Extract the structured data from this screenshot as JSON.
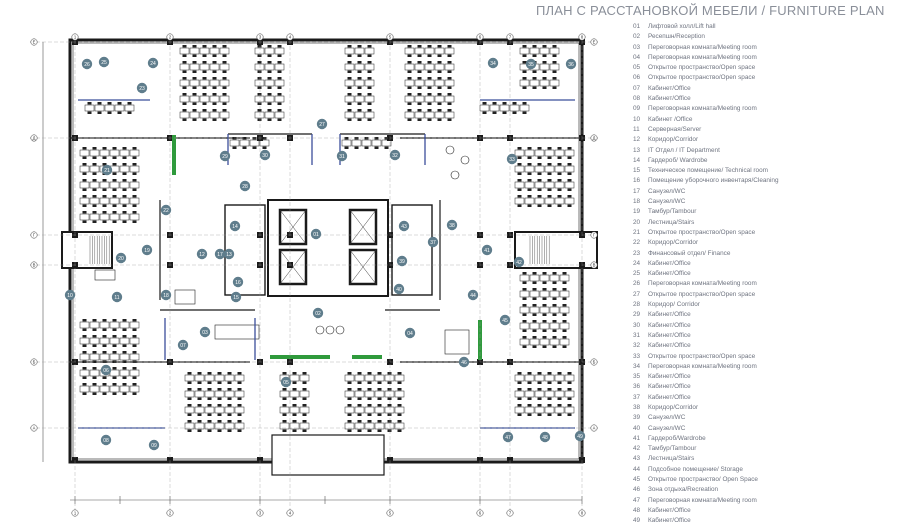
{
  "title": "ПЛАН С РАССТАНОВКОЙ МЕБЕЛИ / FURNITURE PLAN",
  "colors": {
    "wall": "#1a1a1a",
    "badge": "#5f7d8c",
    "glass": "#3b4f9a",
    "green": "#2f9a3c",
    "text": "#6f7480"
  },
  "grid_axes": {
    "columns": [
      "1",
      "2",
      "3",
      "4",
      "5",
      "6",
      "7",
      "8"
    ],
    "rows": [
      "Е",
      "Д",
      "Г",
      "В",
      "Б",
      "А"
    ]
  },
  "room_badges": [
    "01",
    "02",
    "03",
    "04",
    "05",
    "06",
    "07",
    "08",
    "09",
    "10",
    "11",
    "12",
    "13",
    "14",
    "15",
    "16",
    "17",
    "18",
    "19",
    "20",
    "21",
    "22",
    "23",
    "24",
    "25",
    "26",
    "27",
    "28",
    "29",
    "30",
    "31",
    "32",
    "33",
    "34",
    "35",
    "36",
    "37",
    "38",
    "39",
    "40",
    "41",
    "42",
    "43",
    "44",
    "45",
    "46",
    "47",
    "48",
    "49"
  ],
  "legend": [
    {
      "num": "01",
      "label": "Лифтовой холл/Lift hall"
    },
    {
      "num": "02",
      "label": "Ресепшн/Reception"
    },
    {
      "num": "03",
      "label": "Переговорная комната/Meeting room"
    },
    {
      "num": "04",
      "label": "Переговорная комната/Meeting room"
    },
    {
      "num": "05",
      "label": "Открытое пространство/Open space"
    },
    {
      "num": "06",
      "label": "Открытое пространство/Open space"
    },
    {
      "num": "07",
      "label": "Кабинет/Office"
    },
    {
      "num": "08",
      "label": "Кабинет/Office"
    },
    {
      "num": "09",
      "label": "Переговорная комната/Meeting room"
    },
    {
      "num": "10",
      "label": "Кабинет /Office"
    },
    {
      "num": "11",
      "label": "Серверная/Server"
    },
    {
      "num": "12",
      "label": "Коридор/Corridor"
    },
    {
      "num": "13",
      "label": "IT Отдел / IT Department"
    },
    {
      "num": "14",
      "label": "Гардероб/ Wardrobe"
    },
    {
      "num": "15",
      "label": "Техническое помещение/ Technical room"
    },
    {
      "num": "16",
      "label": "Помещение уборочного инвентаря/Cleaning"
    },
    {
      "num": "17",
      "label": "Санузел/WC"
    },
    {
      "num": "18",
      "label": "Санузел/WC"
    },
    {
      "num": "19",
      "label": "Тамбур/Tambour"
    },
    {
      "num": "20",
      "label": "Лестница/Stairs"
    },
    {
      "num": "21",
      "label": "Открытое пространство/Open space"
    },
    {
      "num": "22",
      "label": "Коридор/Corridor"
    },
    {
      "num": "23",
      "label": "Финансовый отдел/ Finance"
    },
    {
      "num": "24",
      "label": "Кабинет/Office"
    },
    {
      "num": "25",
      "label": "Кабинет/Office"
    },
    {
      "num": "26",
      "label": "Переговорная комната/Meeting room"
    },
    {
      "num": "27",
      "label": "Открытое пространство/Open space"
    },
    {
      "num": "28",
      "label": "Коридор/ Corridor"
    },
    {
      "num": "29",
      "label": "Кабинет/Office"
    },
    {
      "num": "30",
      "label": "Кабинет/Office"
    },
    {
      "num": "31",
      "label": "Кабинет/Office"
    },
    {
      "num": "32",
      "label": "Кабинет/Office"
    },
    {
      "num": "33",
      "label": "Открытое пространство/Open space"
    },
    {
      "num": "34",
      "label": "Переговорная комната/Meeting room"
    },
    {
      "num": "35",
      "label": "Кабинет/Office"
    },
    {
      "num": "36",
      "label": "Кабинет/Office"
    },
    {
      "num": "37",
      "label": "Кабинет/Office"
    },
    {
      "num": "38",
      "label": "Коридор/Corridor"
    },
    {
      "num": "39",
      "label": "Санузел/WC"
    },
    {
      "num": "40",
      "label": "Санузел/WC"
    },
    {
      "num": "41",
      "label": "Гардероб/Wardrobe"
    },
    {
      "num": "42",
      "label": "Тамбур/Tambour"
    },
    {
      "num": "43",
      "label": "Лестница/Stairs"
    },
    {
      "num": "44",
      "label": "Подсобное помещение/ Storage"
    },
    {
      "num": "45",
      "label": "Открытое пространство/ Open Space"
    },
    {
      "num": "46",
      "label": "Зона отдыха/Recreation"
    },
    {
      "num": "47",
      "label": "Переговорная комната/Meeting room"
    },
    {
      "num": "48",
      "label": "Кабинет/Office"
    },
    {
      "num": "49",
      "label": "Кабинет/Office"
    }
  ]
}
